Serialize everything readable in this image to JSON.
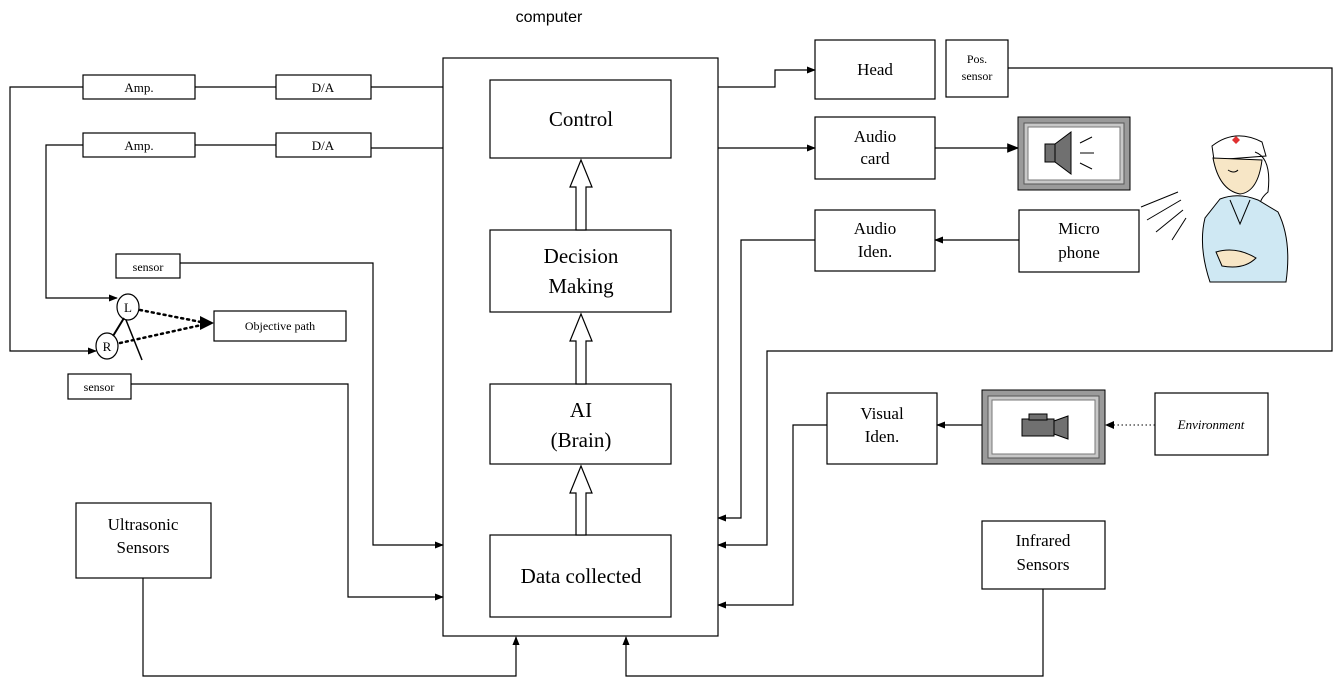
{
  "computer_label": "computer",
  "core": {
    "control": "Control",
    "decision": [
      "Decision",
      "Making"
    ],
    "ai": [
      "AI",
      "(Brain)"
    ],
    "data": "Data collected"
  },
  "left": {
    "amp1": "Amp.",
    "amp2": "Amp.",
    "da1": "D/A",
    "da2": "D/A",
    "sensor_top": "sensor",
    "sensor_bottom": "sensor",
    "wheel_l": "L",
    "wheel_r": "R",
    "objective": "Objective  path",
    "ultrasonic": [
      "Ultrasonic",
      "Sensors"
    ]
  },
  "right": {
    "head": "Head",
    "pos_sensor": [
      "Pos.",
      "sensor"
    ],
    "audio_card": [
      "Audio",
      "card"
    ],
    "audio_iden": [
      "Audio",
      "Iden."
    ],
    "microphone": [
      "Micro",
      "phone"
    ],
    "visual_iden": [
      "Visual",
      "Iden."
    ],
    "environment": "Environment",
    "infrared": [
      "Infrared",
      "Sensors"
    ]
  },
  "icons": [
    "speaker-icon",
    "camera-icon",
    "person-icon"
  ]
}
